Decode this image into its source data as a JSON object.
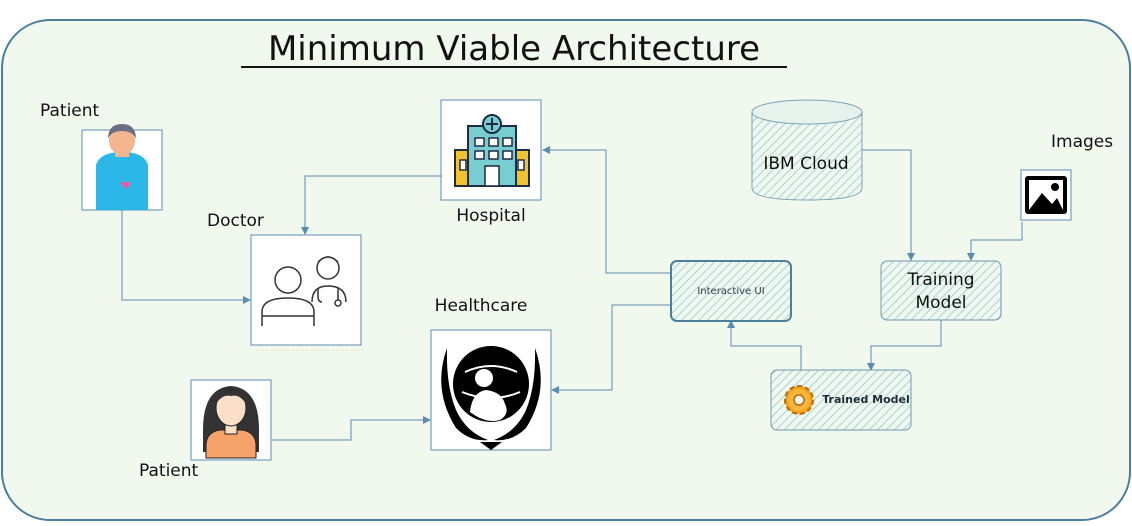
{
  "title": "Minimum Viable Architecture",
  "nodes": {
    "patient_top": {
      "label": "Patient"
    },
    "patient_bottom": {
      "label": "Patient"
    },
    "doctor": {
      "label": "Doctor"
    },
    "hospital": {
      "label": "Hospital"
    },
    "healthcare": {
      "label": "Healthcare"
    },
    "ibm_cloud": {
      "label": "IBM Cloud"
    },
    "images": {
      "label": "Images"
    },
    "interactive_ui": {
      "label": "Interactive UI"
    },
    "training_model": {
      "label_line1": "Training",
      "label_line2": "Model"
    },
    "trained_model": {
      "label": "Trained Model"
    }
  },
  "colors": {
    "background": "#f1f9ef",
    "frame_stroke": "#4a7f9e",
    "edge": "#5a8bb0",
    "hatch": "#b5dcc8"
  },
  "icons": {
    "patient_top": "male-patient-icon",
    "patient_bottom": "female-patient-icon",
    "doctor": "doctor-consultation-icon",
    "hospital": "hospital-building-icon",
    "healthcare": "un-emblem-icon",
    "images": "image-icon",
    "trained_model": "gear-icon",
    "ibm_cloud": "database-cylinder-icon"
  }
}
